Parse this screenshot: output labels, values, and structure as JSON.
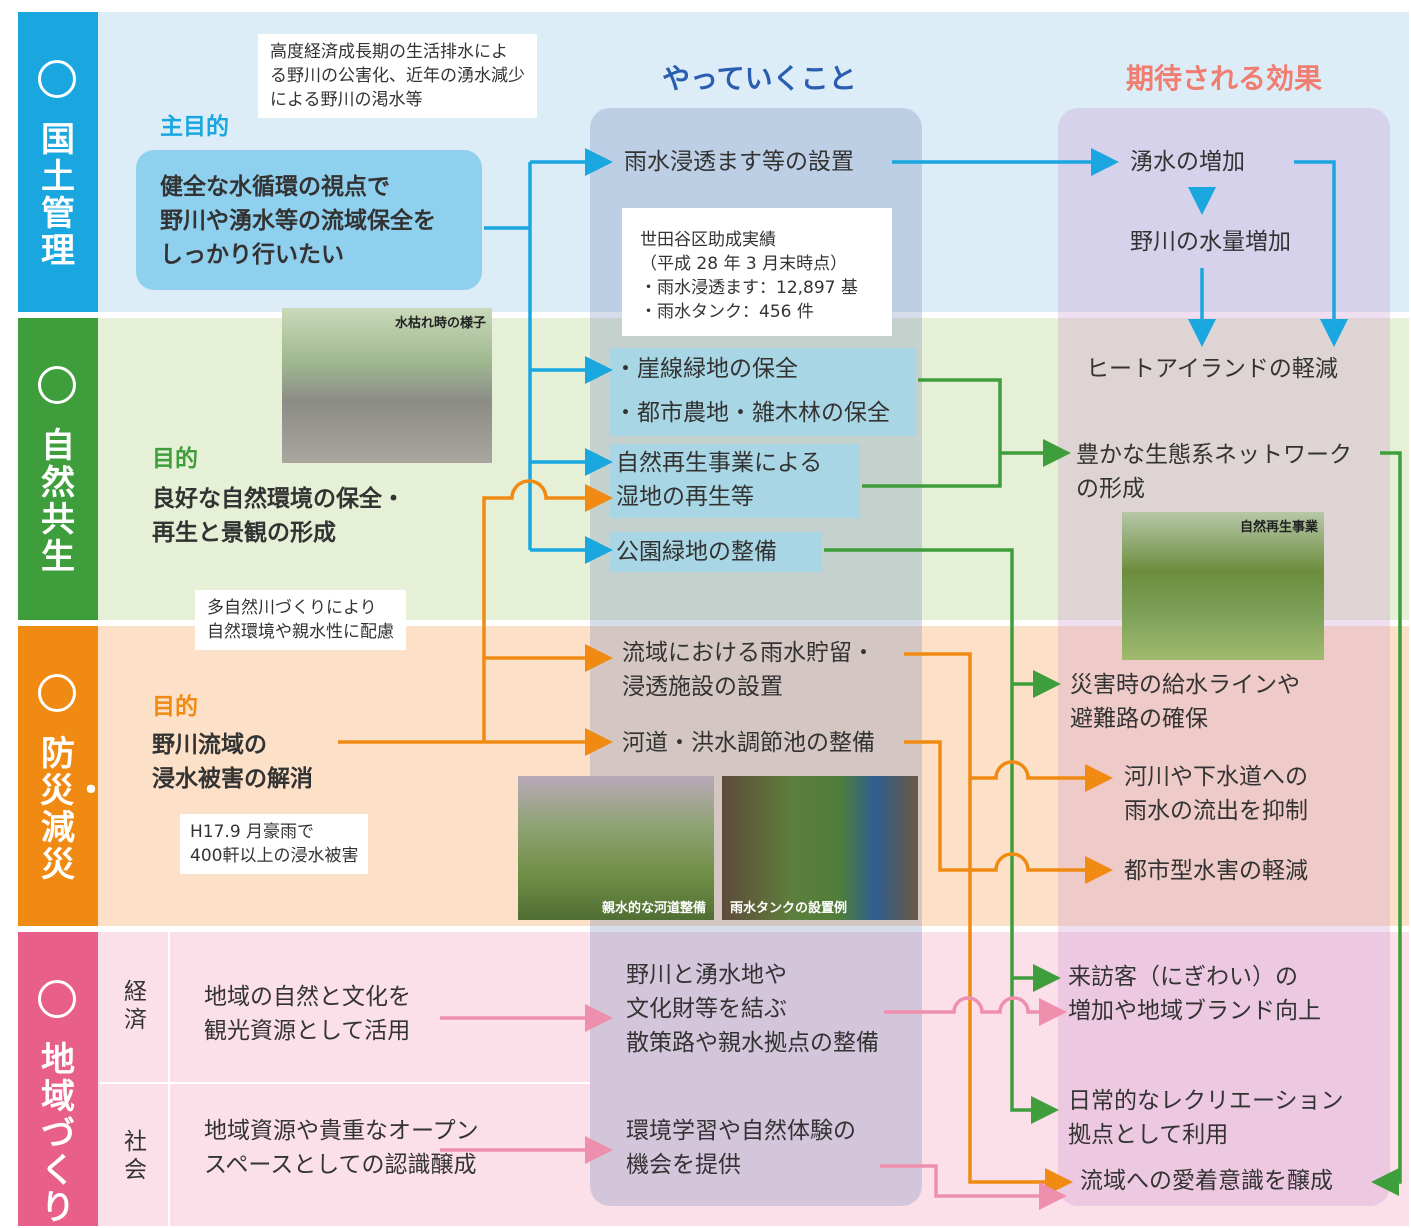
{
  "headers": {
    "doing": "やっていくこと",
    "effects": "期待される効果"
  },
  "categories": [
    {
      "id": "kokudo",
      "label": "国土管理",
      "color": "#1aa7e0",
      "icon": "worker-icon"
    },
    {
      "id": "shizen",
      "label": "自然共生",
      "color": "#3f9e3c",
      "icon": "tree-icon"
    },
    {
      "id": "bousai",
      "label": "防災・減災",
      "color": "#f08a12",
      "icon": "house-icon"
    },
    {
      "id": "chiiki",
      "label": "地域づくり",
      "color": "#e85f8a",
      "icon": "family-icon"
    }
  ],
  "kokudo": {
    "purpose_label": "主目的",
    "purpose_lines": [
      "健全な水循環の視点で",
      "野川や湧水等の流域保全を",
      "しっかり行いたい"
    ],
    "note_lines": [
      "高度経済成長期の生活排水によ",
      "る野川の公害化、近年の湧水減少",
      "による野川の渇水等"
    ]
  },
  "shizen": {
    "purpose_label": "目的",
    "purpose_lines": [
      "良好な自然環境の保全・",
      "再生と景観の形成"
    ],
    "photo_caption": "水枯れ時の様子",
    "note_lines": [
      "多自然川づくりにより",
      "自然環境や親水性に配慮"
    ]
  },
  "bousai": {
    "purpose_label": "目的",
    "purpose_lines": [
      "野川流域の",
      "浸水被害の解消"
    ],
    "note_lines": [
      "H17.9 月豪雨で",
      "400軒以上の浸水被害"
    ]
  },
  "chiiki": {
    "economy_label": "経済",
    "society_label": "社会",
    "economy_lines": [
      "地域の自然と文化を",
      "観光資源として活用"
    ],
    "society_lines": [
      "地域資源や貴重なオープン",
      "スペースとしての認識醸成"
    ]
  },
  "actions": {
    "rain_infiltration": "雨水浸透ます等の設置",
    "subsidy_lines": [
      "世田谷区助成実績",
      "（平成 28 年 3 月末時点）",
      "・雨水浸透ます：12,897 基",
      "・雨水タンク：456 件"
    ],
    "cliff_green": "・崖線緑地の保全",
    "farmland": "・都市農地・雑木林の保全",
    "nature_regen_lines": [
      "自然再生事業による",
      "湿地の再生等"
    ],
    "park": "公園緑地の整備",
    "storage_lines": [
      "流域における雨水貯留・",
      "浸透施設の設置"
    ],
    "river": "河道・洪水調節池の整備",
    "photo1_caption": "親水的な河道整備",
    "photo2_caption": "雨水タンクの設置例",
    "walkway_lines": [
      "野川と湧水地や",
      "文化財等を結ぶ",
      "散策路や親水拠点の整備"
    ],
    "education_lines": [
      "環境学習や自然体験の",
      "機会を提供"
    ]
  },
  "effects": {
    "spring": "湧水の増加",
    "river_flow": "野川の水量増加",
    "heat": "ヒートアイランドの軽減",
    "eco_lines": [
      "豊かな生態系ネットワーク",
      "の形成"
    ],
    "photo_caption": "自然再生事業",
    "supply_lines": [
      "災害時の給水ラインや",
      "避難路の確保"
    ],
    "runoff_lines": [
      "河川や下水道への",
      "雨水の流出を抑制"
    ],
    "urban_flood": "都市型水害の軽減",
    "visitors_lines": [
      "来訪客（にぎわい）の",
      "増加や地域ブランド向上"
    ],
    "recreation_lines": [
      "日常的なレクリエーション",
      "拠点として利用"
    ],
    "attachment": "流域への愛着意識を醸成"
  }
}
